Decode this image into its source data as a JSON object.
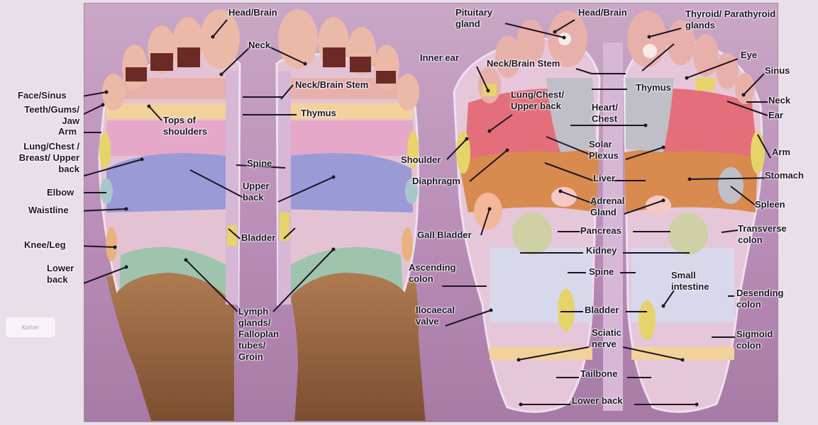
{
  "watermark": "Kotter",
  "labels": {
    "top_head": "Head/Brain",
    "top_neck": "Neck",
    "top_neck_brain_stem": "Neck/Brain Stem",
    "top_thymus": "Thymus",
    "top_face_sinus": "Face/Sinus",
    "top_teeth": "Teeth/Gums/ Jaw",
    "top_tops_shoulders": "Tops of shoulders",
    "top_arm": "Arm",
    "top_lung": "Lung/Chest / Breast/ Upper back",
    "top_spine": "Spine",
    "top_upper_back": "Upper back",
    "top_elbow": "Elbow",
    "top_waistline": "Waistline",
    "top_bladder": "Bladder",
    "top_knee": "Knee/Leg",
    "top_lower_back": "Lower back",
    "top_lymph": "Lymph glands/ Falloplan tubes/ Groin",
    "sole_pituitary": "Pituitary gland",
    "sole_head": "Head/Brain",
    "sole_thyroid": "Thyroid/ Parathyroid glands",
    "sole_inner_ear": "Inner ear",
    "sole_neck_brain_stem": "Neck/Brain Stem",
    "sole_eye": "Eye",
    "sole_sinus": "Sinus",
    "sole_thymus": "Thymus",
    "sole_neck": "Neck",
    "sole_ear": "Ear",
    "sole_lung": "Lung/Chest/ Upper back",
    "sole_heart": "Heart/ Chest",
    "sole_arm": "Arm",
    "sole_shoulder": "Shoulder",
    "sole_solar": "Solar Plexus",
    "sole_stomach": "Stomach",
    "sole_diaphragm": "Diaphragm",
    "sole_liver": "Liver",
    "sole_adrenal": "Adrenal Gland",
    "sole_spleen": "Spleen",
    "sole_gall": "Gall Bladder",
    "sole_pancreas": "Pancreas",
    "sole_transverse": "Transverse colon",
    "sole_kidney": "Kidney",
    "sole_ascending": "Ascending colon",
    "sole_spine": "Spine",
    "sole_small_intestine": "Small intestine",
    "sole_desending": "Desending colon",
    "sole_ilocaecal": "Ilocaecal valve",
    "sole_bladder": "Bladder",
    "sole_sciatic": "Sciatic nerve",
    "sole_sigmoid": "Sigmoid colon",
    "sole_tailbone": "Tailbone",
    "sole_lower_back": "Lower back"
  },
  "colors": {
    "background": "#b98db8",
    "foot_outline": "#ece0ee",
    "upper_back_zone": "#9a9ad6",
    "chest_zone": "#e6a8c8",
    "lymph_zone": "#9fc4ad",
    "sole_orange_zone": "#d98a4e",
    "sole_gray_zone": "#c0bec6",
    "sole_yellow_zone": "#e6d36a",
    "leader_line": "#1c1424"
  }
}
